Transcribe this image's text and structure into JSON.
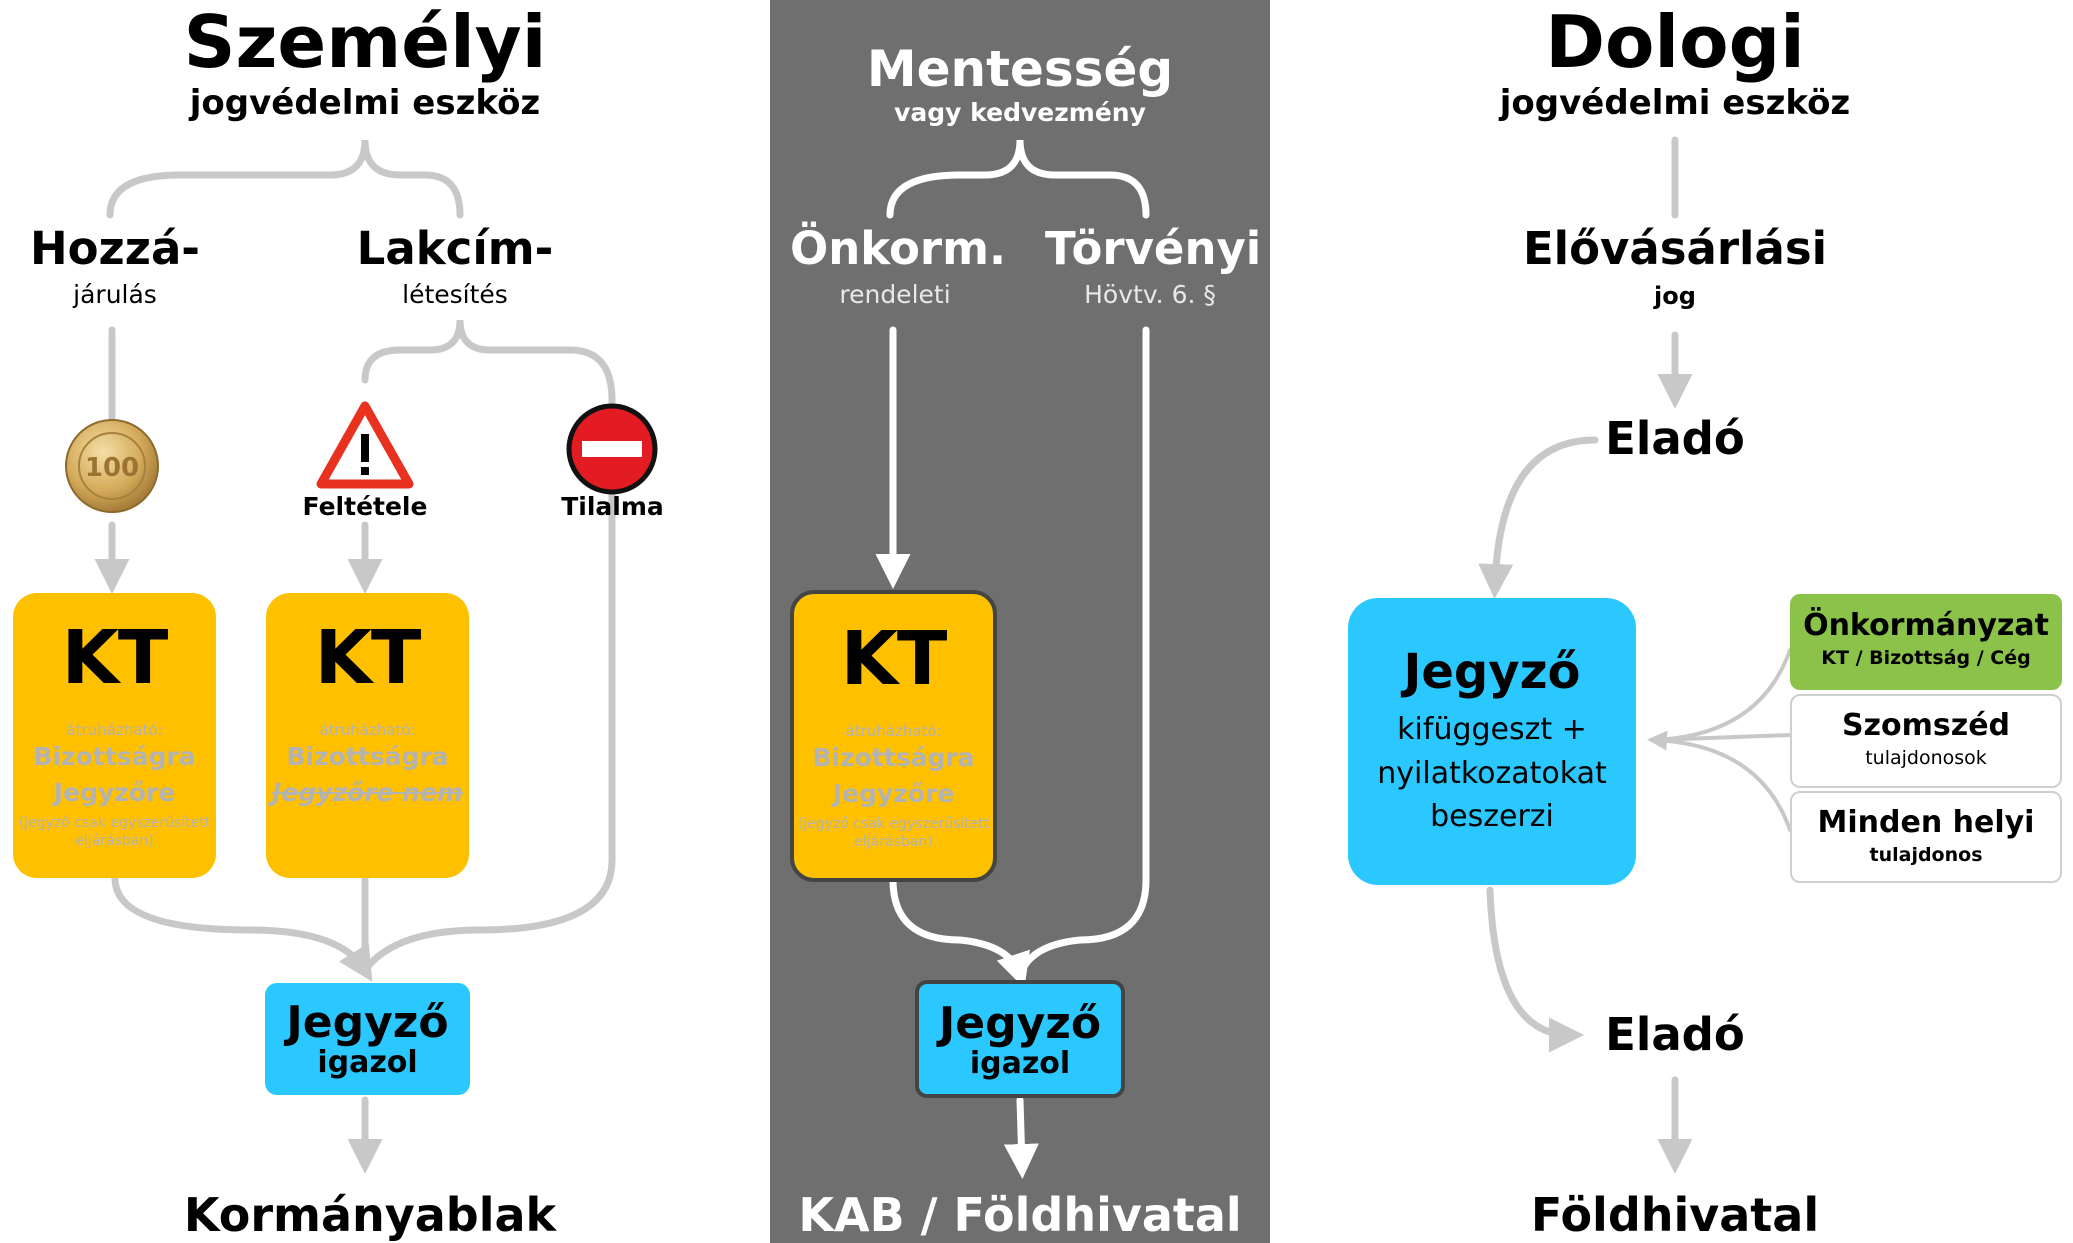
{
  "left": {
    "title": "Személyi",
    "subtitle": "jogvédelmi eszköz",
    "branch_a_title": "Hozzá-",
    "branch_a_sub": "járulás",
    "branch_b_title": "Lakcím-",
    "branch_b_sub": "létesítés",
    "warning_label": "Feltétele",
    "noentry_label": "Tilalma",
    "kt1": {
      "title": "KT",
      "small": "átruházható:",
      "line1": "Bizottságra",
      "line2": "Jegyzőre",
      "note": "(jegyző csak egyszerűsített eljárásban)"
    },
    "kt2": {
      "title": "KT",
      "small": "átruházható:",
      "line1": "Bizottságra",
      "line2": "Jegyzőre nem"
    },
    "jegyzo": {
      "title": "Jegyző",
      "sub": "igazol"
    },
    "bottom": "Kormányablak"
  },
  "middle": {
    "title": "Mentesség",
    "subtitle": "vagy kedvezmény",
    "branch_a_title": "Önkorm.",
    "branch_a_sub": "rendeleti",
    "branch_b_title": "Törvényi",
    "branch_b_sub": "Hövtv. 6. §",
    "kt": {
      "title": "KT",
      "small": "átruházható:",
      "line1": "Bizottságra",
      "line2": "Jegyzőre",
      "note": "(jegyző csak egyszerűsített eljárásban)"
    },
    "jegyzo": {
      "title": "Jegyző",
      "sub": "igazol"
    },
    "bottom": "KAB / Földhivatal"
  },
  "right": {
    "title": "Dologi",
    "subtitle": "jogvédelmi eszköz",
    "step1_title": "Elővásárlási",
    "step1_sub": "jog",
    "step2": "Eladó",
    "jegyzo": {
      "title": "Jegyző",
      "line1": "kifüggeszt +",
      "line2": "nyilatkozatokat",
      "line3": "beszerzi"
    },
    "box1": {
      "title": "Önkormányzat",
      "sub": "KT / Bizottság / Cég"
    },
    "box2": {
      "title": "Szomszéd",
      "sub": "tulajdonosok"
    },
    "box3": {
      "title": "Minden helyi",
      "sub": "tulajdonos"
    },
    "step3": "Eladó",
    "bottom": "Földhivatal"
  },
  "colors": {
    "kt": "#ffc000",
    "jegyzo": "#2bc8ff",
    "onkormanyzat": "#8bc34a",
    "panel": "#6f6f6f",
    "connector": "#c8c8c8"
  },
  "icons": [
    "coin-icon",
    "warning-triangle-icon",
    "no-entry-icon"
  ]
}
